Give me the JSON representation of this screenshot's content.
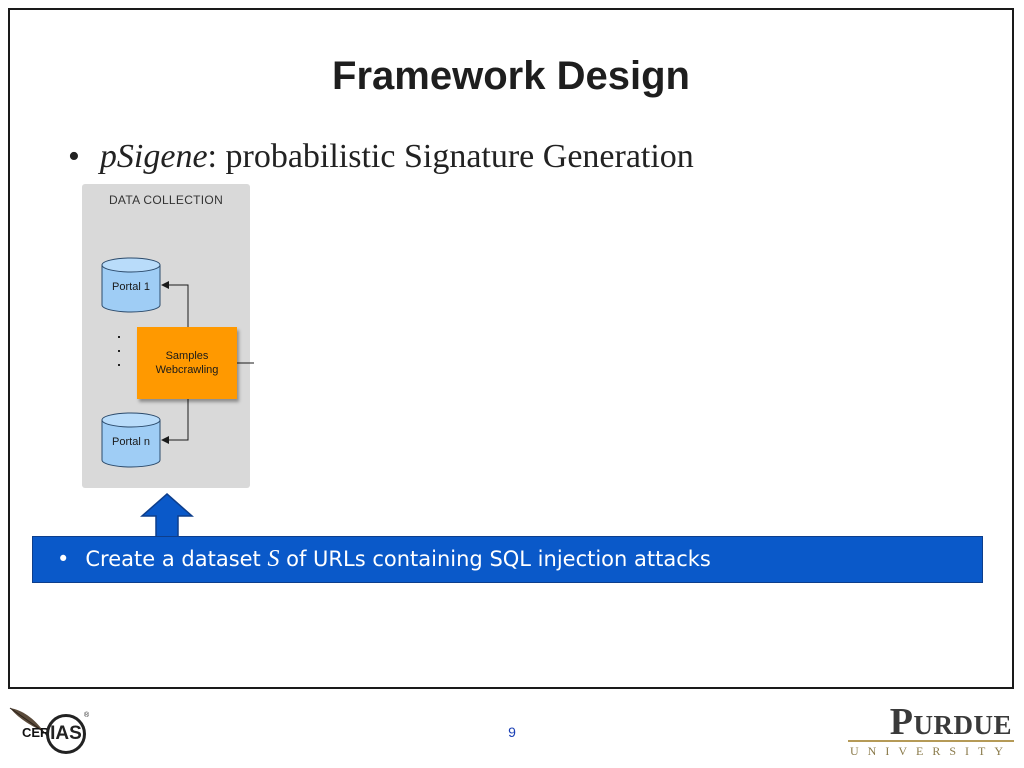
{
  "slide": {
    "title": "Framework Design",
    "bullet": {
      "marker": "•",
      "italic_term": "pSigene",
      "rest": ": probabilistic Signature Generation"
    }
  },
  "diagram": {
    "panel_title": "DATA COLLECTION",
    "portal_top": "Portal 1",
    "portal_bottom": "Portal n",
    "process_label": "Samples\nWebcrawling",
    "colors": {
      "panel": "#d9d9d9",
      "database": "#9fcdf5",
      "process": "#ff9900"
    }
  },
  "callout": {
    "marker": "•",
    "text_before": "Create a dataset ",
    "variable": "S",
    "text_after": " of URLs containing SQL injection attacks",
    "color": "#0a59c9"
  },
  "footer": {
    "page_number": "9",
    "left_logo_word": "CER",
    "left_logo_mark": "IAS",
    "left_logo_reg": "®",
    "right_logo_word": "Purdue",
    "right_logo_sub": "UNIVERSITY"
  }
}
